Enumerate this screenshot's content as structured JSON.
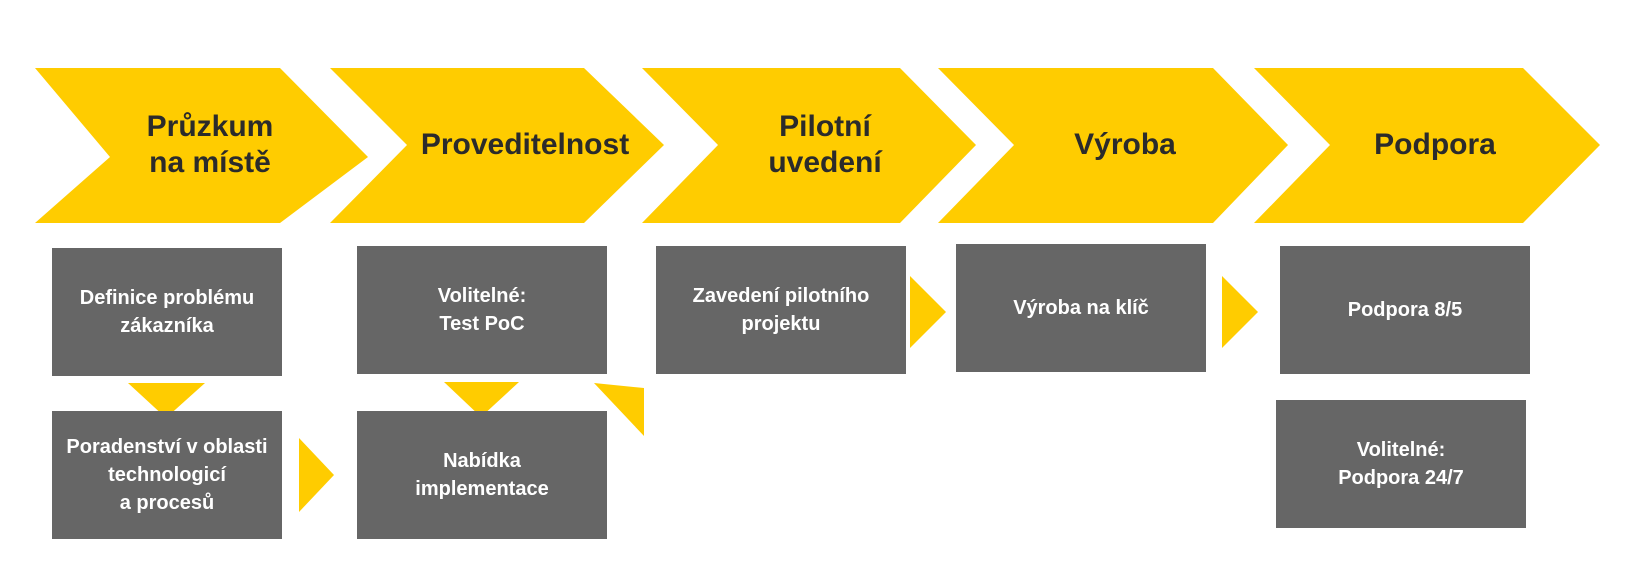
{
  "colors": {
    "chevron": "#FFCC00",
    "box": "#666666",
    "box_text": "#FFFFFF",
    "chevron_text": "#2B2B2B"
  },
  "stages": [
    {
      "label_lines": [
        "Průzkum",
        "na místě"
      ]
    },
    {
      "label_lines": [
        "Proveditelnost"
      ]
    },
    {
      "label_lines": [
        "Pilotní",
        "uvedení"
      ]
    },
    {
      "label_lines": [
        "Výroba"
      ]
    },
    {
      "label_lines": [
        "Podpora"
      ]
    }
  ],
  "boxes": {
    "definice": [
      "Definice problému",
      "zákazníka"
    ],
    "poradenstvi": [
      "Poradenství v oblasti",
      "technologicí",
      "a procesů"
    ],
    "volitelne_test": [
      "Volitelné:",
      "Test PoC"
    ],
    "nabidka": [
      "Nabídka",
      "implementace"
    ],
    "zavedeni": [
      "Zavedení pilotního",
      "projektu"
    ],
    "vyroba_na_klic": [
      "Výroba na klíč"
    ],
    "podpora_8_5": [
      "Podpora 8/5"
    ],
    "volitelne_podpora": [
      "Volitelné:",
      "Podpora 24/7"
    ]
  }
}
